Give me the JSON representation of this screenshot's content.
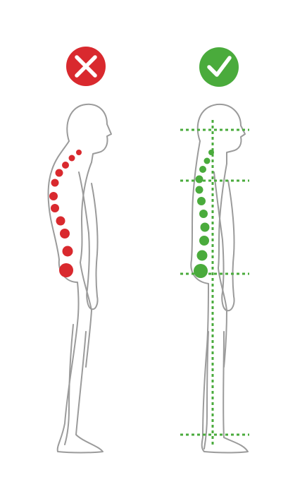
{
  "colors": {
    "bad": "#d9292e",
    "good": "#4aab3c",
    "outline": "#9b9b9b",
    "background": "#ffffff"
  },
  "panels": [
    {
      "id": "incorrect-posture",
      "status": "incorrect",
      "icon": "cross-icon"
    },
    {
      "id": "correct-posture",
      "status": "correct",
      "icon": "check-icon"
    }
  ]
}
